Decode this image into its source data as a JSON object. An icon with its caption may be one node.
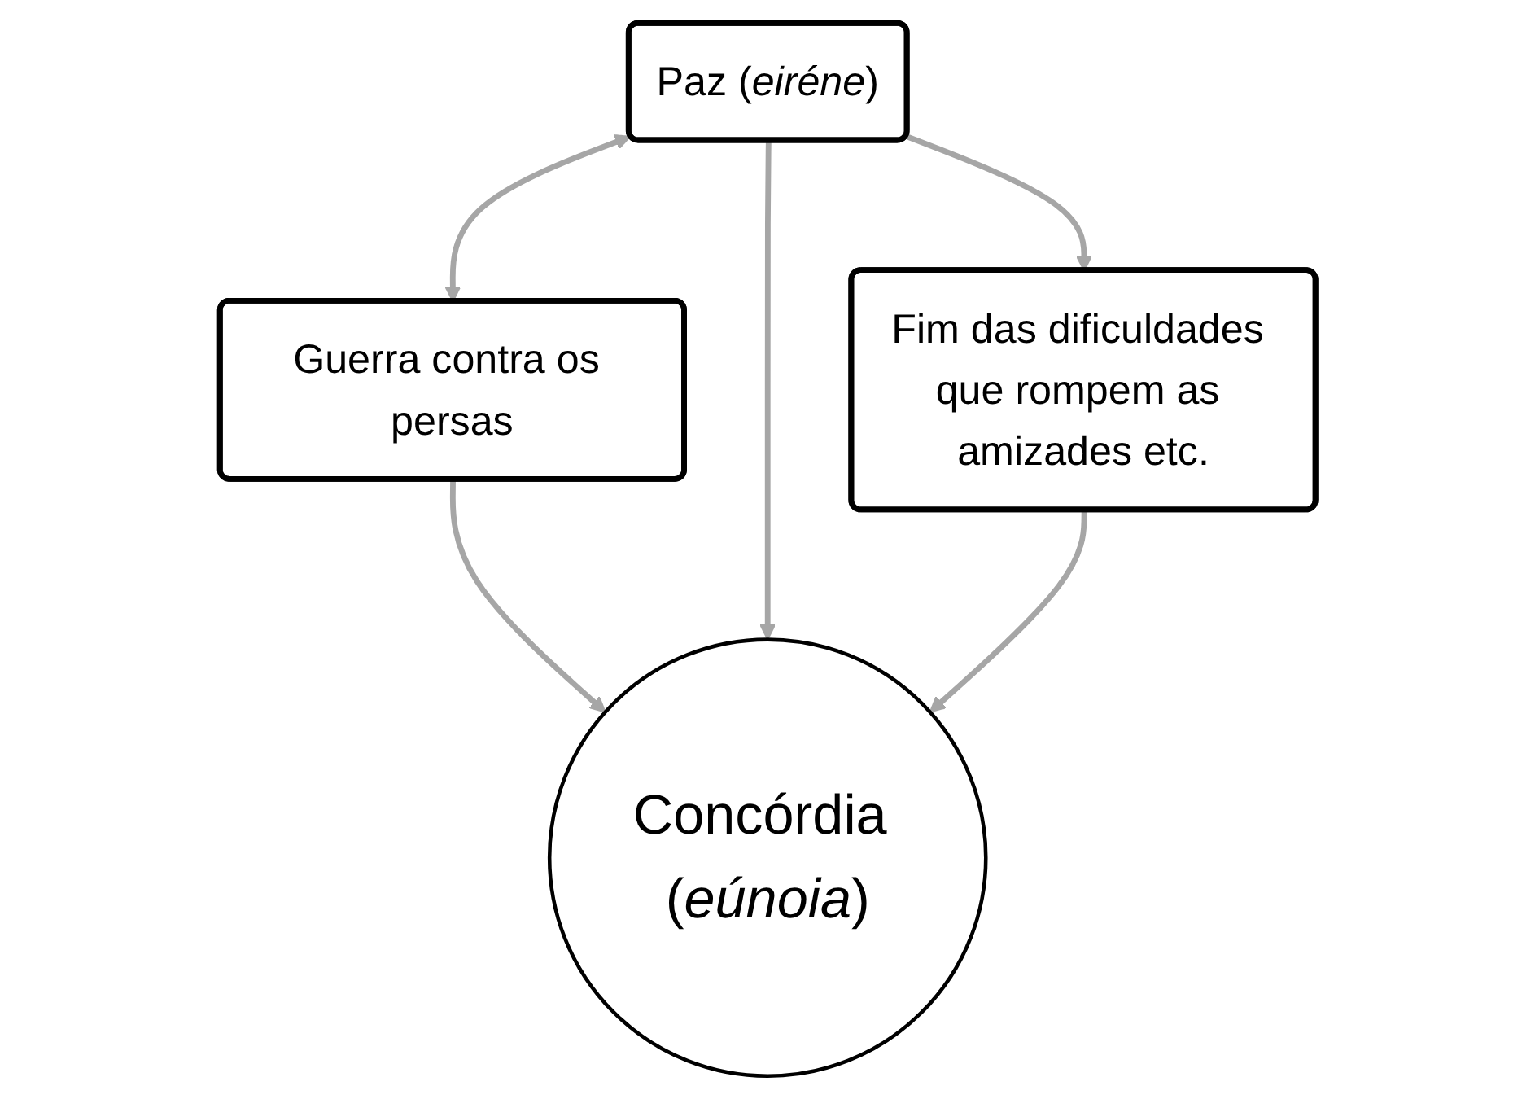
{
  "diagram": {
    "nodes": [
      {
        "text": [
          "Paz (*eiréne*)"
        ]
      },
      {
        "text": [
          "Guerra contra os persas"
        ]
      },
      {
        "text": [
          "Fim das dificuldades que rompem as amizades etc."
        ]
      },
      {
        "text": [
          "Concórdia (*eúnoia*)"
        ]
      }
    ],
    "edges": [
      {
        "from": 0,
        "to": 1,
        "arrow": "both"
      },
      {
        "from": 0,
        "to": 2,
        "arrow": "to"
      },
      {
        "from": 1,
        "to": 3,
        "arrow": "to"
      },
      {
        "from": 0,
        "to": 3,
        "arrow": "to"
      },
      {
        "from": 2,
        "to": 3,
        "arrow": "to"
      }
    ]
  }
}
